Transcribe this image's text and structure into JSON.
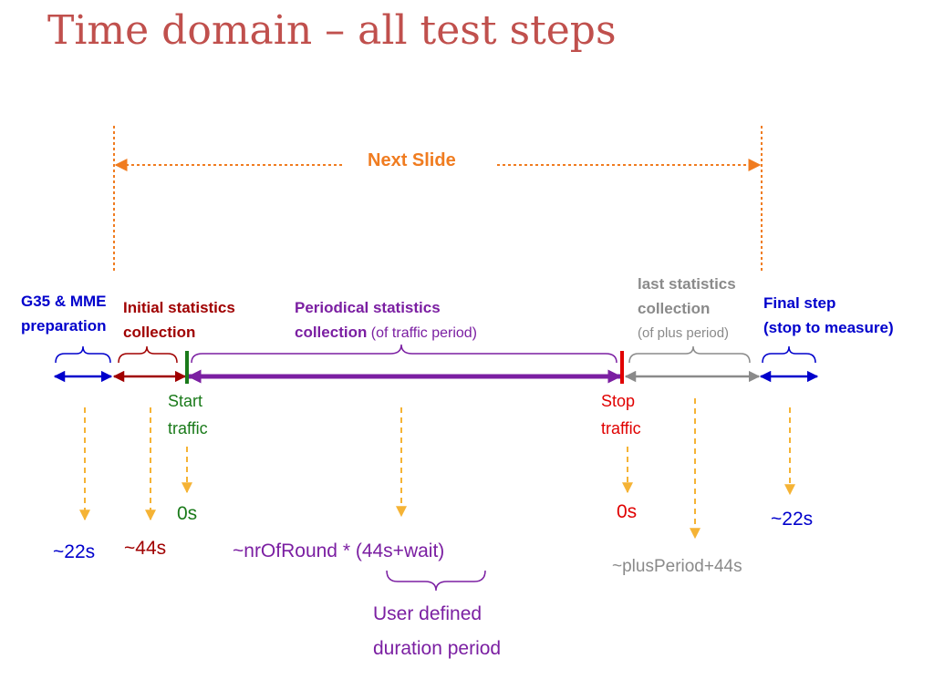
{
  "title": "Time domain – all test steps",
  "next_slide": "Next Slide",
  "steps": {
    "g35": {
      "line1": "G35 & MME",
      "line2": "preparation",
      "value": "~22s"
    },
    "initial": {
      "line1": "Initial statistics",
      "line2": "collection",
      "value": "~44s"
    },
    "start": {
      "line1": "Start",
      "line2": "traffic",
      "value": "0s"
    },
    "periodical": {
      "line1": "Periodical statistics",
      "line2_bold": "collection",
      "line2_note": " (of traffic period)",
      "value": "~nrOfRound * (44s+wait)"
    },
    "stop": {
      "line1": "Stop",
      "line2": "traffic",
      "value": "0s"
    },
    "last": {
      "line1": "last statistics",
      "line2": "collection",
      "line3": "(of plus period)",
      "value": "~plusPeriod+44s"
    },
    "final": {
      "line1": "Final step",
      "line2": "(stop to measure)",
      "value": "~22s"
    }
  },
  "user_defined": {
    "line1": "User defined",
    "line2": "duration period"
  },
  "colors": {
    "title": "#c0504d",
    "orange": "#f07c20",
    "arrow_yellow": "#f5b335",
    "blue": "#0000cc",
    "darkred": "#a00000",
    "green": "#1a7a1a",
    "purple": "#7b1fa2",
    "red": "#e00000",
    "gray": "#8a8a8a"
  }
}
